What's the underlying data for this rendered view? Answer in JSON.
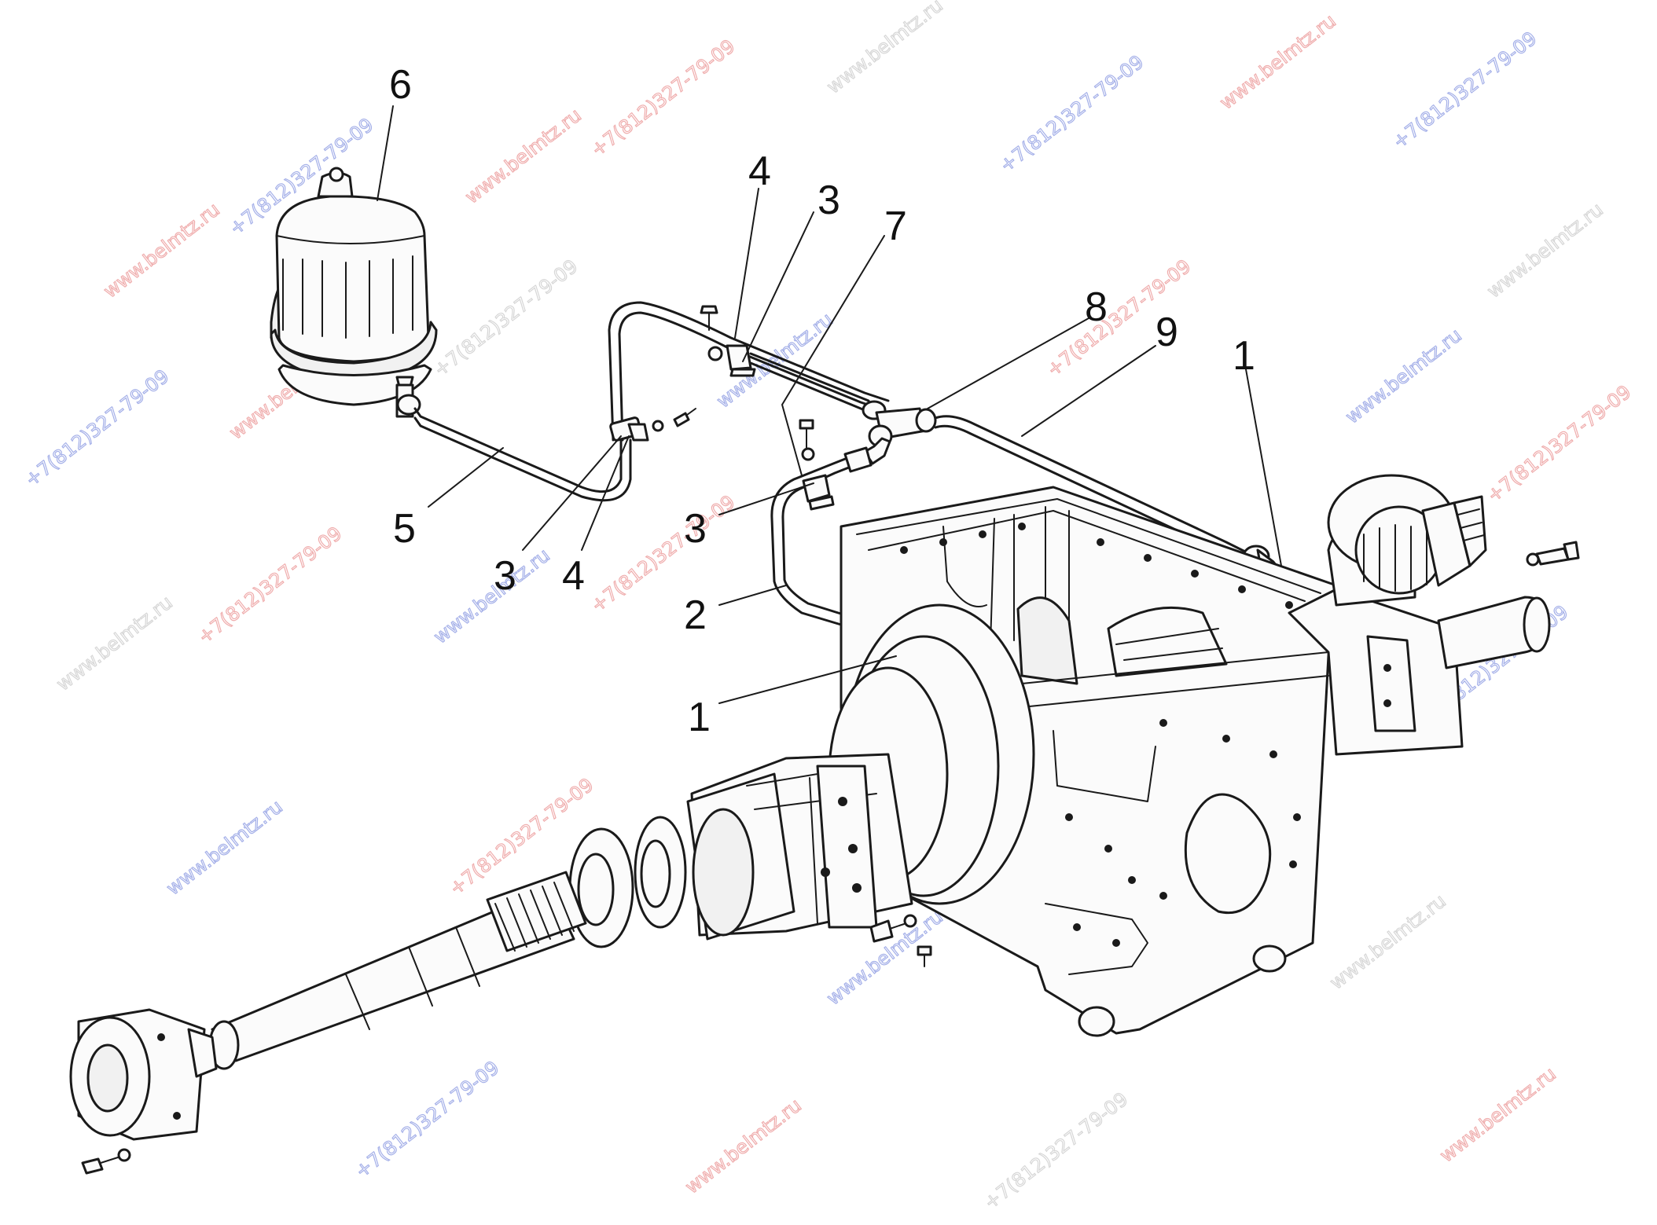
{
  "watermark": {
    "site": "www.belmtz.ru",
    "phone": "+7(812)327-79-09",
    "colors": {
      "red": "#e36a6a",
      "blue": "#5a6fd6",
      "gray": "#b5b5b5"
    }
  },
  "callouts": [
    {
      "id": "c6",
      "text": "6"
    },
    {
      "id": "c4a",
      "text": "4"
    },
    {
      "id": "c3a",
      "text": "3"
    },
    {
      "id": "c7",
      "text": "7"
    },
    {
      "id": "c8",
      "text": "8"
    },
    {
      "id": "c9",
      "text": "9"
    },
    {
      "id": "c1a",
      "text": "1"
    },
    {
      "id": "c5",
      "text": "5"
    },
    {
      "id": "c3b",
      "text": "3"
    },
    {
      "id": "c4b",
      "text": "4"
    },
    {
      "id": "c3c",
      "text": "3"
    },
    {
      "id": "c2",
      "text": "2"
    },
    {
      "id": "c1b",
      "text": "1"
    }
  ]
}
